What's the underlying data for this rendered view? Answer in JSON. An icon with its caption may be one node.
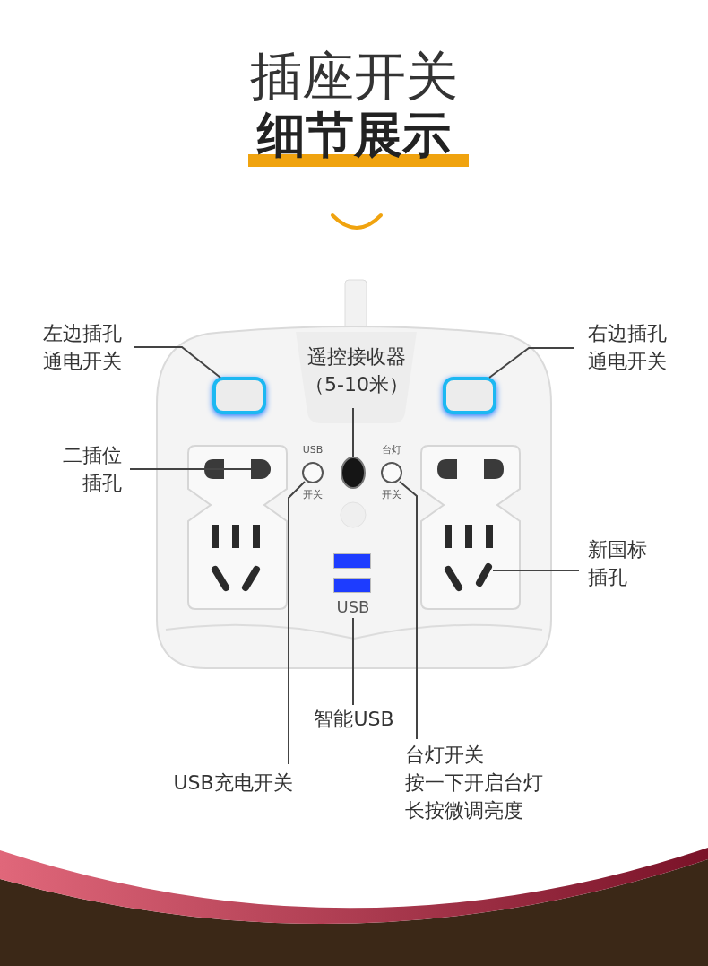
{
  "diagram": {
    "title": "插座开关",
    "nodes": [
      {
        "text": [
          "左边插孔通电开关"
        ]
      },
      {
        "text": [],
        "shape": "box"
      },
      {
        "text": [
          "右边插孔通电开关"
        ]
      },
      {
        "text": [],
        "shape": "box"
      },
      {
        "text": [
          "二插位插孔"
        ]
      },
      {
        "text": [],
        "shape": "box"
      },
      {
        "text": [
          "USB充电开关"
        ]
      },
      {
        "text": [],
        "shape": "circle"
      },
      {
        "text": [
          "遥控接收器（5-10米）"
        ]
      },
      {
        "text": [],
        "shape": "circle"
      },
      {
        "text": [
          "台灯开关",
          "按一下开启台灯长按微调亮度"
        ]
      },
      {
        "text": [],
        "shape": "circle"
      },
      {
        "text": [
          "新国标插孔"
        ]
      },
      {
        "text": [],
        "shape": "bar"
      },
      {
        "text": [
          "智能USB"
        ]
      },
      {
        "text": [
          "USB"
        ]
      }
    ],
    "edges": [
      {
        "from": 0,
        "to": 1,
        "arrow": "none"
      },
      {
        "from": 2,
        "to": 3,
        "arrow": "none"
      },
      {
        "from": 4,
        "to": 5,
        "arrow": "none"
      },
      {
        "from": 6,
        "to": 7,
        "arrow": "none"
      },
      {
        "from": 8,
        "to": 9,
        "arrow": "none"
      },
      {
        "from": 10,
        "to": 11,
        "arrow": "none"
      },
      {
        "from": 12,
        "to": 13,
        "arrow": "none"
      },
      {
        "from": 14,
        "to": 15,
        "arrow": "none"
      }
    ],
    "labels": [
      "细节展示",
      "USB",
      "开关",
      "台灯",
      "开关"
    ]
  }
}
